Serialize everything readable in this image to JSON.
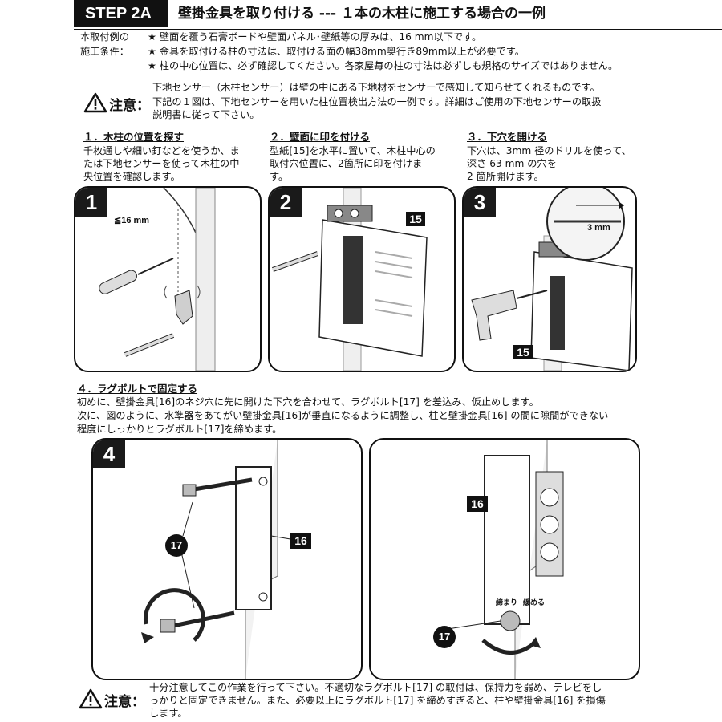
{
  "header": {
    "step": "STEP 2A",
    "title": "壁掛金具を取り付ける --- １本の木柱に施工する場合の一例"
  },
  "conditions": {
    "label_line1": "本取付例の",
    "label_line2": "施工条件：",
    "items": [
      "★ 壁面を覆う石膏ボードや壁面パネル･壁紙等の厚みは、16 mm以下です。",
      "★ 金具を取付ける柱の寸法は、取付ける面の幅38mm奥行き89mm以上が必要です。",
      "★ 柱の中心位置は、必ず確認してください。各家屋毎の柱の寸法は必ずしも規格のサイズではありません。"
    ]
  },
  "caution_top": {
    "label": "注意：",
    "lines": [
      "下地センサー（木柱センサー）は壁の中にある下地材をセンサーで感知して知らせてくれるものです。",
      "下記の１図は、下地センサーを用いた柱位置検出方法の一例です。詳細はご使用の下地センサーの取扱",
      "説明書に従って下さい。"
    ]
  },
  "steps": [
    {
      "heading": "１．木柱の位置を探す",
      "lines": [
        "千枚通しや細い釘などを使うか、ま",
        "たは下地センサーを使って木柱の中",
        "央位置を確認します。"
      ],
      "number": "1",
      "annotation": "≦16 mm"
    },
    {
      "heading": "２．壁面に印を付ける",
      "lines": [
        "型紙[15]を水平に置いて、木柱中心の",
        "取付穴位置に、2箇所に印を付けま",
        "す。"
      ],
      "number": "2",
      "part_label": "15"
    },
    {
      "heading": "３．下穴を開ける",
      "lines": [
        "下穴は、3mm 径のドリルを使って、",
        "深さ 63 mm の穴を",
        "2 箇所開けます。"
      ],
      "number": "3",
      "dim_depth": "63mm",
      "dim_diameter": "3 mm",
      "part_label": "15"
    }
  ],
  "step4": {
    "heading": "４．ラグボルトで固定する",
    "lines": [
      "初めに、壁掛金具[16]のネジ穴に先に開けた下穴を合わせて、ラグボルト[17] を差込み、仮止めします。",
      "次に、図のように、水準器をあてがい壁掛金具[16]が垂直になるように調整し、柱と壁掛金具[16] の間に隙間ができない",
      "程度にしっかりとラグボルト[17]を締めます。"
    ],
    "number": "4",
    "label_16": "16",
    "label_17": "17",
    "level_word_1": "締まり",
    "level_word_2": "緩める"
  },
  "caution_bottom": {
    "label": "注意：",
    "lines": [
      "十分注意してこの作業を行って下さい。不適切なラグボルト[17] の取付は、保持力を弱め、テレビをし",
      "っかりと固定できません。また、必要以上にラグボルト[17] を締めすぎると、柱や壁掛金具[16] を損傷",
      "します。"
    ]
  }
}
